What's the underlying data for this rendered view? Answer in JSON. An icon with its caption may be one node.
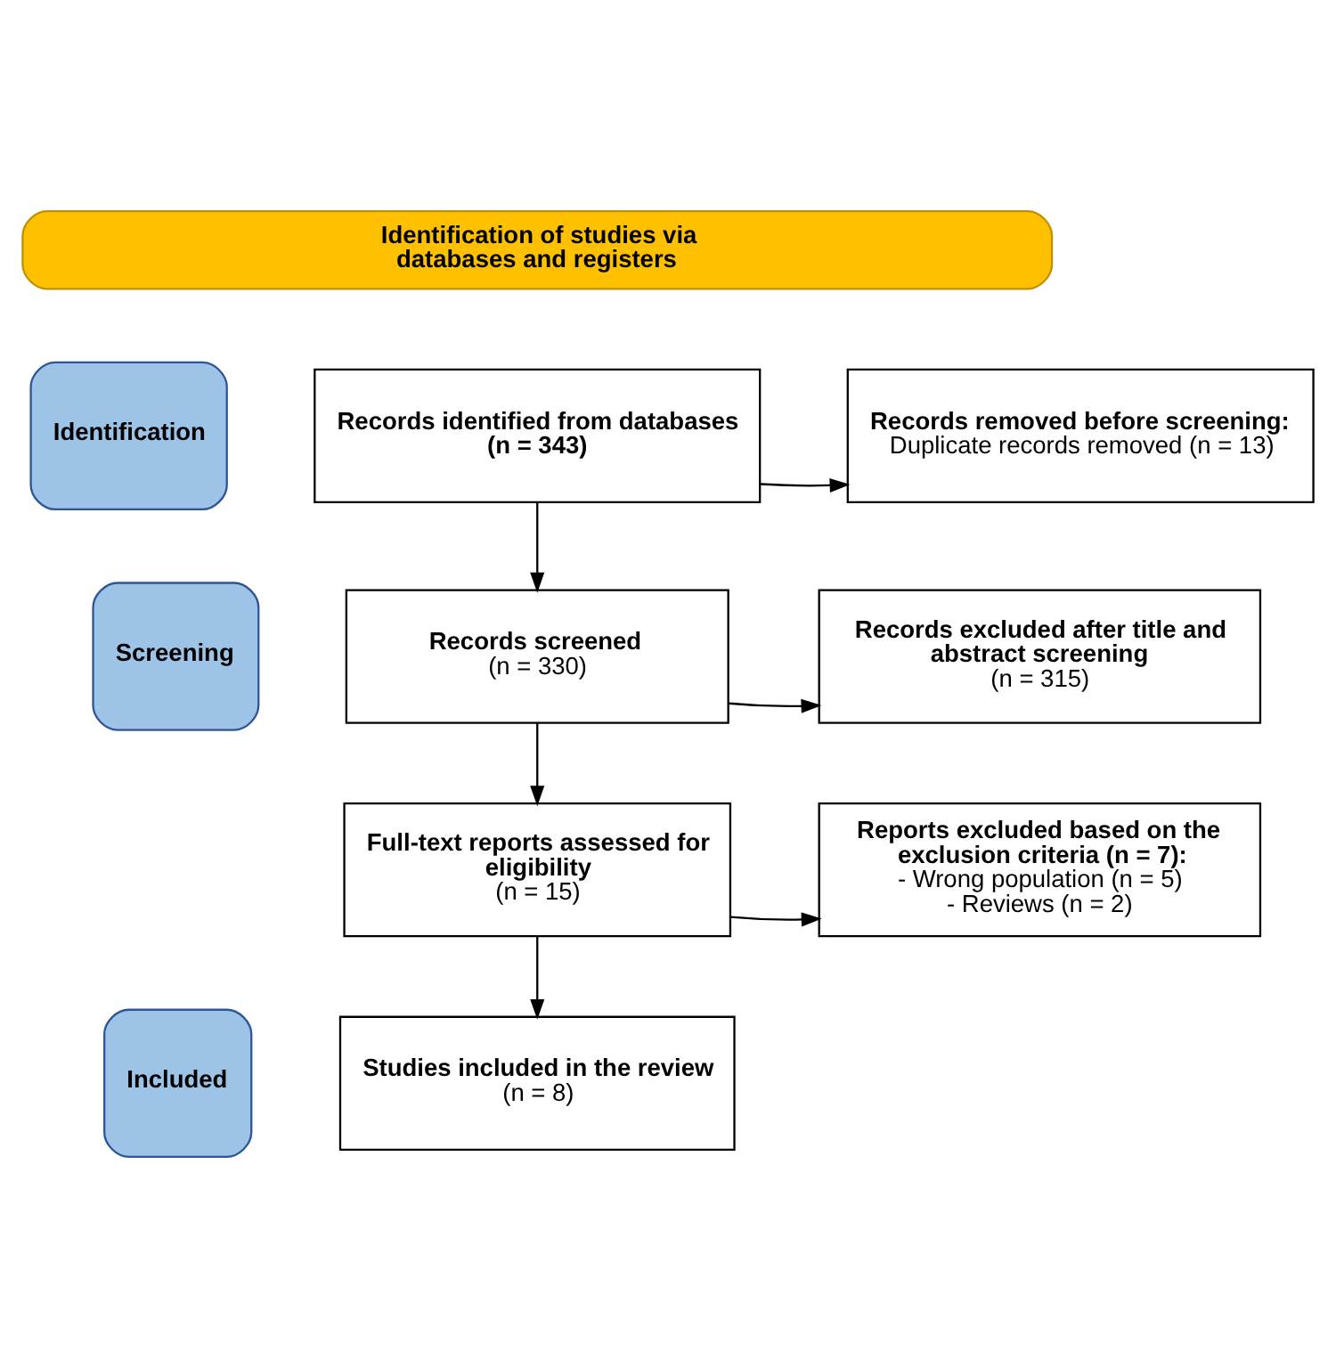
{
  "diagram": {
    "nodes": [
      {
        "text": [
          "Identification of studies via databases and registers"
        ]
      },
      {
        "text": [
          "Identification"
        ]
      },
      {
        "text": [
          "Records identified from databases (n = 343)"
        ]
      },
      {
        "text": [
          "Records removed before screening:",
          "Duplicate records removed (n = 13)"
        ]
      },
      {
        "text": [
          "Screening"
        ]
      },
      {
        "text": [
          "Records screened",
          "(n = 330)"
        ]
      },
      {
        "text": [
          "Records excluded after title and abstract screening",
          "(n = 315)"
        ]
      },
      {
        "text": [
          "Full-text reports assessed for eligibility",
          "(n = 15)"
        ]
      },
      {
        "text": [
          "Reports excluded based on the exclusion criteria (n = 7):",
          "- Wrong population (n = 5)",
          "- Reviews (n = 2)"
        ]
      },
      {
        "text": [
          "Included"
        ]
      },
      {
        "text": [
          "Studies included in the review",
          "(n = 8)"
        ]
      }
    ],
    "edges": [
      {
        "from": 2,
        "to": 3,
        "arrow": "to"
      },
      {
        "from": 2,
        "to": 5,
        "arrow": "to"
      },
      {
        "from": 5,
        "to": 6,
        "arrow": "to"
      },
      {
        "from": 5,
        "to": 7,
        "arrow": "to"
      },
      {
        "from": 7,
        "to": 8,
        "arrow": "to"
      },
      {
        "from": 7,
        "to": 10,
        "arrow": "to"
      }
    ]
  }
}
